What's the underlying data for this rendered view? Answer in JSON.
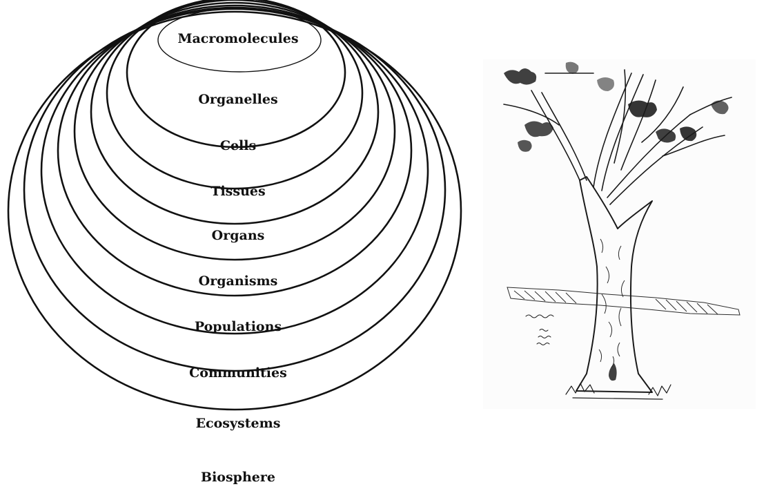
{
  "diagram": {
    "levels": [
      {
        "label": "Macromolecules"
      },
      {
        "label": "Organelles"
      },
      {
        "label": "Cells"
      },
      {
        "label": "Tissues"
      },
      {
        "label": "Organs"
      },
      {
        "label": "Organisms"
      },
      {
        "label": "Populations"
      },
      {
        "label": "Communities"
      },
      {
        "label": "Ecosystems"
      },
      {
        "label": "Biosphere"
      }
    ]
  },
  "image": {
    "subject": "tree-sketch"
  }
}
